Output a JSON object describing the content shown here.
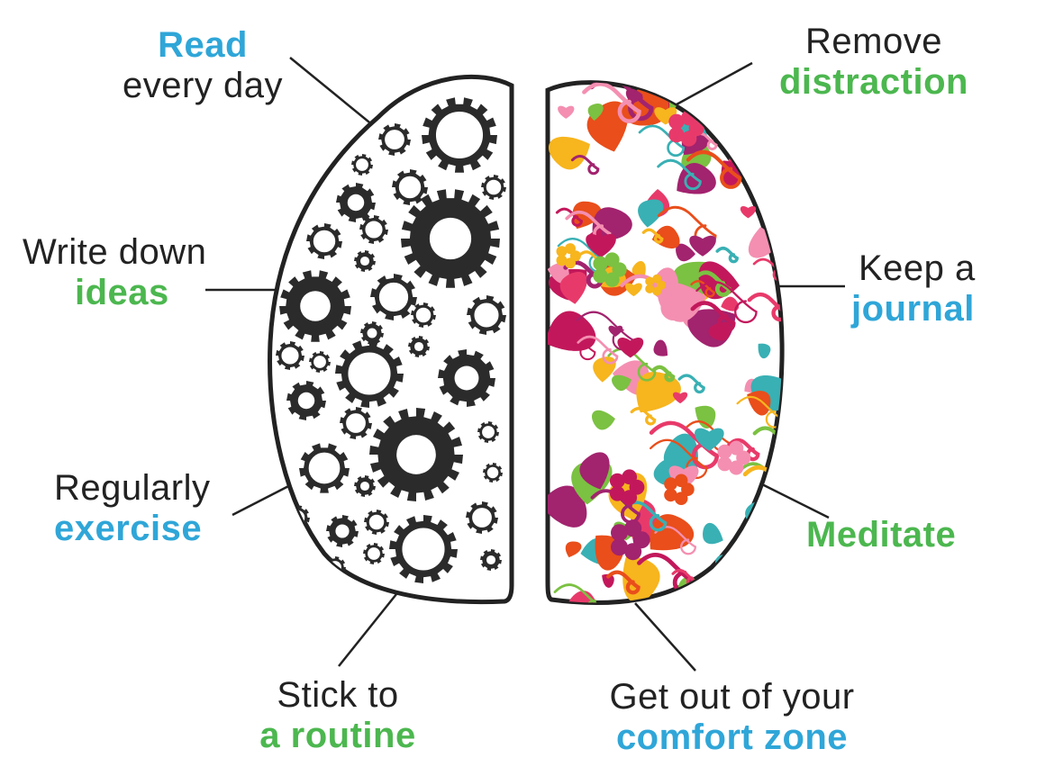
{
  "colors": {
    "blue": "#2fa6d8",
    "green": "#4cb74f",
    "ink": "#222222",
    "swirl": [
      "#e83a6a",
      "#a2236e",
      "#f7b51e",
      "#39b0b4",
      "#7bc142",
      "#e94e1b",
      "#c2185b",
      "#f48fb1"
    ]
  },
  "icons": {
    "left_hemisphere": "brain-left-gears-icon",
    "right_hemisphere": "brain-right-swirls-icon"
  },
  "labels": {
    "read": {
      "plain": "every day",
      "accent": "Read",
      "accent_color": "blue"
    },
    "write": {
      "plain": "Write down",
      "accent": "ideas",
      "accent_color": "green"
    },
    "exercise": {
      "plain": "Regularly",
      "accent": "exercise",
      "accent_color": "blue"
    },
    "routine": {
      "plain": "Stick to",
      "accent": "a routine",
      "accent_color": "green"
    },
    "distraction": {
      "plain": "Remove",
      "accent": "distraction",
      "accent_color": "green"
    },
    "journal": {
      "plain": "Keep a",
      "accent": "journal",
      "accent_color": "blue"
    },
    "meditate": {
      "accent": "Meditate",
      "accent_color": "green"
    },
    "comfort": {
      "plain": "Get out of your",
      "accent": "comfort zone",
      "accent_color": "blue"
    }
  }
}
